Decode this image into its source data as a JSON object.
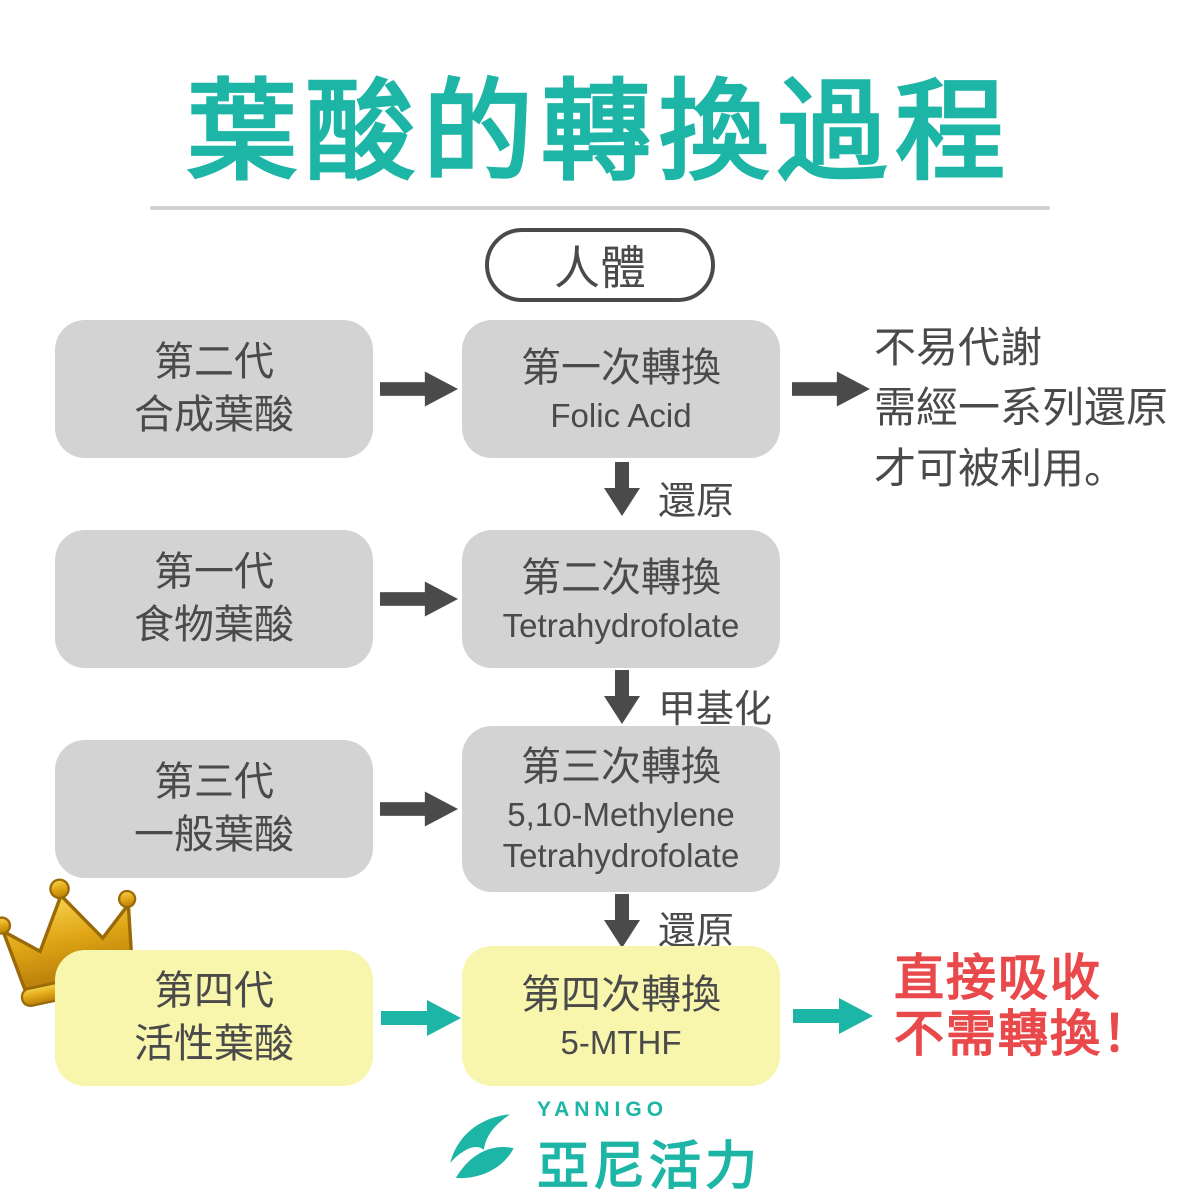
{
  "title": "葉酸的轉換過程",
  "human_body_label": "人體",
  "rows": [
    {
      "left": [
        "第二代",
        "合成葉酸"
      ],
      "center": [
        "第一次轉換",
        "Folic Acid"
      ],
      "down_label": "還原"
    },
    {
      "left": [
        "第一代",
        "食物葉酸"
      ],
      "center": [
        "第二次轉換",
        "Tetrahydrofolate"
      ],
      "down_label": "甲基化"
    },
    {
      "left": [
        "第三代",
        "一般葉酸"
      ],
      "center": [
        "第三次轉換",
        "5,10-Methylene",
        "Tetrahydrofolate"
      ],
      "down_label": "還原"
    },
    {
      "left": [
        "第四代",
        "活性葉酸"
      ],
      "center": [
        "第四次轉換",
        "5-MTHF"
      ]
    }
  ],
  "right_note": [
    "不易代謝",
    "需經一系列還原",
    "才可被利用。"
  ],
  "result_note": [
    "直接吸收",
    "不需轉換！"
  ],
  "logo": {
    "brand": "YANNIGO",
    "name": "亞尼活力"
  },
  "icons": {
    "crown": "crown-icon",
    "logo_bird": "bird-logo-icon"
  },
  "colors": {
    "teal": "#1cb5a6",
    "gray_box": "#d3d3d3",
    "yellow_box": "#f8f6ad",
    "arrow_dark": "#4a4a4a",
    "red_text": "#e9494a",
    "body_text": "#4a4a4a"
  }
}
